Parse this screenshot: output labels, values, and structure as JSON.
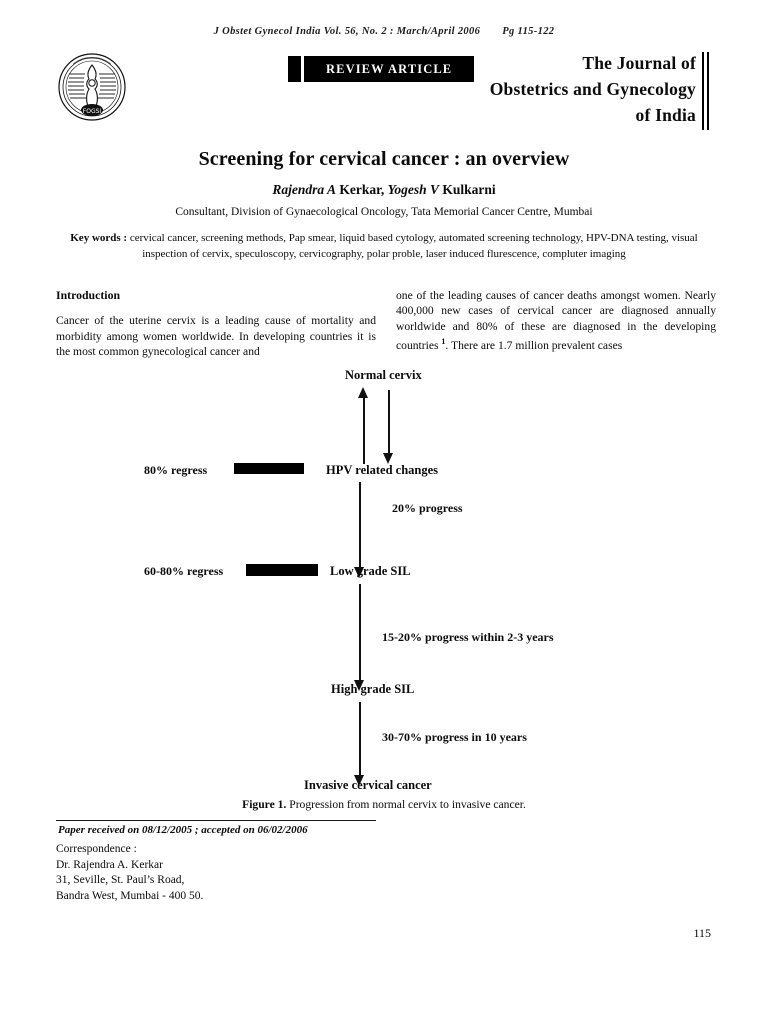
{
  "running_head": {
    "citation": "J Obstet Gynecol India Vol. 56, No. 2 : March/April 2006",
    "pages": "Pg 115-122"
  },
  "banner": {
    "label": "REVIEW ARTICLE"
  },
  "masthead": {
    "line1": "The  Journal  of",
    "line2": "Obstetrics  and  Gynecology",
    "line3": "of  India"
  },
  "article": {
    "title": "Screening for cervical cancer : an overview",
    "author1_given": "Rajendra A",
    "author1_family": "Kerkar",
    "author2_given": "Yogesh V",
    "author2_family": "Kulkarni",
    "affiliation": "Consultant, Division of Gynaecological Oncology, Tata Memorial Cancer Centre, Mumbai",
    "keywords_label": "Key words :",
    "keywords": "cervical cancer, screening methods, Pap smear, liquid based cytology, automated screening  technology, HPV-DNA testing, visual inspection of cervix, speculoscopy, cervicography, polar proble, laser induced flurescence, compluter imaging"
  },
  "body": {
    "section_heading": "Introduction",
    "left_column": "Cancer of the uterine cervix is a leading cause of mortality and morbidity among women worldwide. In developing countries it is the most common gynecological cancer and",
    "right_column_part1": "one of the leading causes of cancer deaths amongst women. Nearly 400,000 new cases of cervical cancer are diagnosed annually worldwide and 80% of these are diagnosed in the developing countries ",
    "right_column_ref": "1",
    "right_column_part2": ". There are 1.7 million prevalent cases"
  },
  "figure": {
    "nodes": [
      "Normal cervix",
      "HPV related changes",
      "Low grade SIL",
      "High grade SIL",
      "Invasive cervical cancer"
    ],
    "regress_labels": [
      "80% regress",
      "60-80% regress"
    ],
    "progress_labels": [
      "20% progress",
      "15-20% progress   within 2-3 years",
      "30-70% progress in 10 years"
    ],
    "caption_label": "Figure 1.",
    "caption_text": " Progression from normal cervix to invasive  cancer."
  },
  "footer": {
    "received": "Paper received on 08/12/2005 ; accepted on 06/02/2006",
    "correspondence_label": "Correspondence :",
    "correspondence_name": "Dr. Rajendra A. Kerkar",
    "correspondence_address1": "31, Seville, St. Paul’s Road,",
    "correspondence_address2": "Bandra West, Mumbai - 400 50.",
    "page_number": "115"
  }
}
